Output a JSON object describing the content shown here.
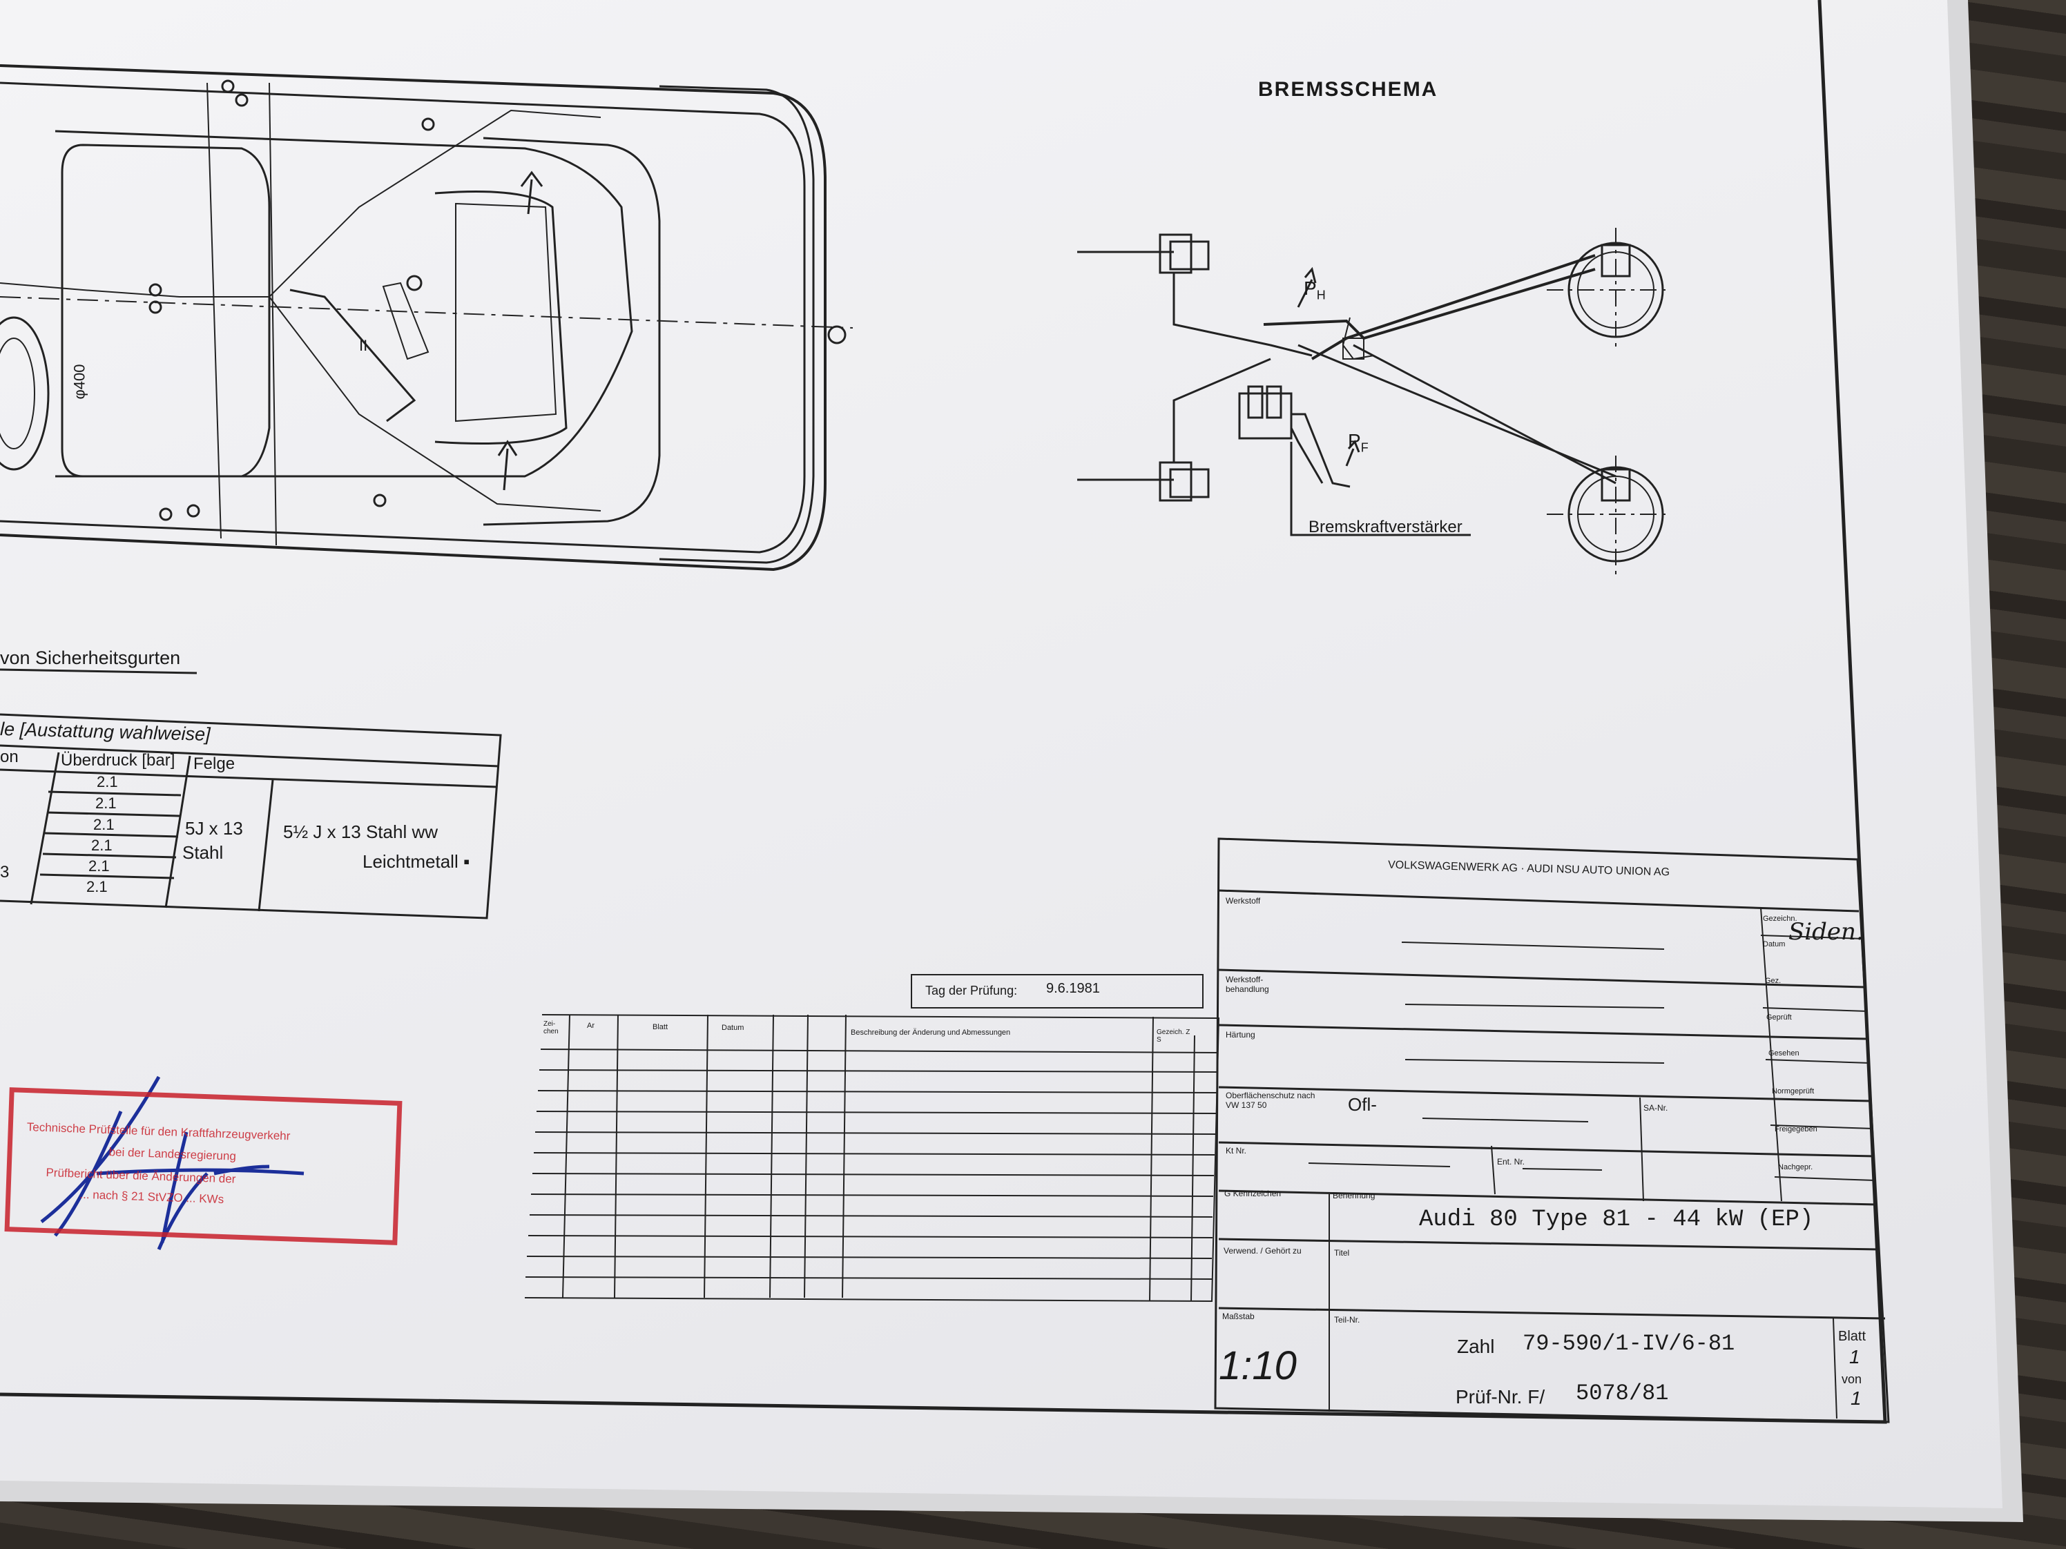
{
  "title": "BREMSSCHEMA",
  "brake_labels": {
    "ph": "P",
    "ph_sub": "H",
    "pf": "P",
    "pf_sub": "F",
    "booster": "Bremskraftverstärker"
  },
  "car": {
    "dimension_label": "φ400",
    "section_label": "II"
  },
  "belts_caption": "von Sicherheitsgurten",
  "tire_table": {
    "title": "le [Austattung wahlweise]",
    "col_left": "on",
    "col_pressure": "Überdruck [bar]",
    "col_rim": "Felge",
    "pressures": [
      "2.1",
      "2.1",
      "2.1",
      "2.1",
      "2.1",
      "2.1"
    ],
    "left_fragment": "3",
    "rim_standard_size": "5J x 13",
    "rim_standard_material": "Stahl",
    "rim_optional_size": "5½ J x 13 Stahl ww",
    "rim_optional_material": "Leichtmetall ▪"
  },
  "inspection": {
    "label": "Tag der Prüfung:",
    "date": "9.6.1981"
  },
  "change_table": {
    "headers": [
      "Zei-chen",
      "Ar",
      "Blatt",
      "Datum",
      "",
      "",
      "Beschreibung der Änderung und Abmessungen",
      "Gezeich. Z   S"
    ]
  },
  "stamp": {
    "lines": [
      "Technische Prüfstelle für den Kraftfahrzeugverkehr",
      "bei der Landesregierung",
      "Prüfbericht über die Änderungen der",
      "...  nach § 21 StVZO  ...  KWs"
    ]
  },
  "title_block": {
    "company": "VOLKSWAGENWERK AG · AUDI NSU AUTO UNION AG",
    "werkstoff": "Werkstoff",
    "behandlung": "Werkstoff-behandlung",
    "haertung": "Härtung",
    "oberflaeche": "Oberflächenschutz nach VW 137 50",
    "oberflaeche_value": "Ofl-",
    "sa_nr": "SA-Nr.",
    "kt_nr": "Kt Nr.",
    "ent_nr": "Ent. Nr.",
    "kennzeichen": "G Kennzeichen",
    "benennung": "Benennung",
    "vehicle": "Audi 80 Type 81 - 44 kW (EP)",
    "verwend": "Verwend. / Gehört zu",
    "titel": "Titel",
    "massstab_label": "Maßstab",
    "massstab": "1:10",
    "teil_nr": "Teil-Nr.",
    "zahl_label": "Zahl",
    "zahl": "79-590/1-IV/6-81",
    "pruef_label": "Prüf-Nr. F/",
    "pruef": "5078/81",
    "blatt": "Blatt",
    "blatt_no": "1",
    "von": "von",
    "von_no": "1",
    "side_fields": [
      "Gezeichn.",
      "Datum",
      "Gez.",
      "Geprüft",
      "Gesehen",
      "Normgeprüft",
      "Freigegeben",
      "Nachgepr."
    ],
    "signature": "Siden."
  }
}
